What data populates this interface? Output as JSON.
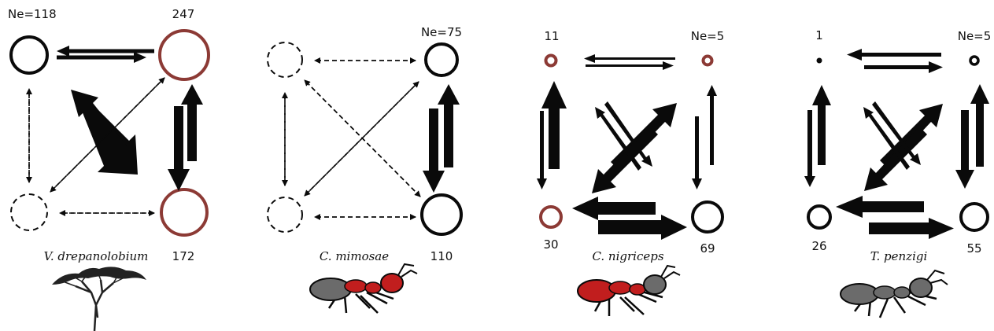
{
  "colors": {
    "ink": "#0a0a0a",
    "highlight": "#8c3a35",
    "ant_red": "#c11e1e",
    "ant_grey": "#6b6b6b",
    "tree": "#222222"
  },
  "panels": [
    {
      "species": "V. drepanolobium",
      "illustration": "acacia-tree",
      "labels": {
        "top_left": "Ne=118",
        "top_right": "247",
        "bottom_left": "",
        "bottom_right": "172"
      }
    },
    {
      "species": "C. mimosae",
      "illustration": "red-grey-ant",
      "labels": {
        "top_left": "",
        "top_right": "Ne=75",
        "bottom_left": "",
        "bottom_right": "110"
      }
    },
    {
      "species": "C. nigriceps",
      "illustration": "red-ant",
      "labels": {
        "top_left": "11",
        "top_right": "Ne=5",
        "bottom_left": "30",
        "bottom_right": "69"
      }
    },
    {
      "species": "T. penzigi",
      "illustration": "grey-ant",
      "labels": {
        "top_left": "1",
        "top_right": "Ne=5",
        "bottom_left": "26",
        "bottom_right": "55"
      }
    }
  ]
}
